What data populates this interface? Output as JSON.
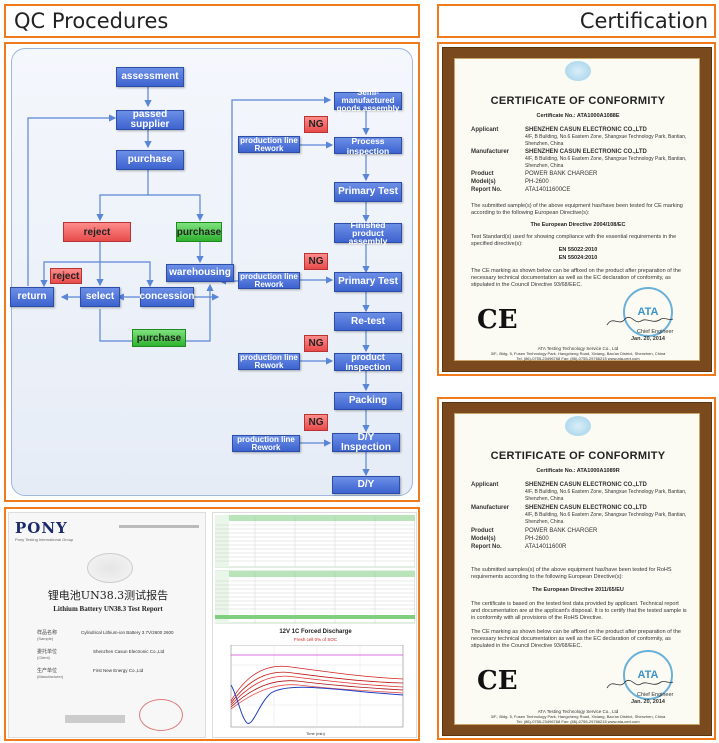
{
  "headers": {
    "qc": "QC Procedures",
    "cert": "Certification"
  },
  "flow": {
    "assessment": "assessment",
    "passed_supplier": "passed supplier",
    "purchase": "purchase",
    "reject": "reject",
    "purchase_green": "purchase",
    "reject_small": "reject",
    "return": "return",
    "select": "select",
    "concession": "concession",
    "warehousing": "warehousing",
    "purchase_bottom": "purchase",
    "semi": "Semi-manufactured goods assembly",
    "ng": "NG",
    "rework": "production line Rework",
    "process_inspection": "Process inspection",
    "primary_test": "Primary Test",
    "finished": "Finished product assembly",
    "primary_test2": "Primary Test",
    "retest": "Re-test",
    "product_inspection": "product inspection",
    "packing": "Packing",
    "dy_inspection": "D/Y Inspection",
    "dy": "D/Y"
  },
  "cert1": {
    "title": "CERTIFICATE OF CONFORMITY",
    "number": "Certificate No.: ATA1000A1088E",
    "applicant_label": "Applicant",
    "applicant": "SHENZHEN CASUN ELECTRONIC CO.,LTD",
    "applicant_addr": "4/F, B Building, No.6 Eastern Zone, Shangxue Technology Park, Bantian, Shenzhen, China",
    "manufacturer_label": "Manufacturer",
    "manufacturer": "SHENZHEN CASUN ELECTRONIC CO.,LTD",
    "manufacturer_addr": "4/F, B Building, No.6 Eastern Zone, Shangxue Technology Park, Bantian, Shenzhen, China",
    "product_label": "Product",
    "product": "POWER BANK CHARGER",
    "model_label": "Model(s)",
    "model": "PH-2600",
    "report_label": "Report No.",
    "report": "ATA14011600CE",
    "text1": "The submitted sample(s) of the above equipment has/have been tested for CE marking according to the following European Directive(s):",
    "directive": "The European Directive 2004/108/EC",
    "text2": "Test Standard(s) used for showing compliance with the essential requirements in the specified directive(s):",
    "std1": "EN 55022:2010",
    "std2": "EN 55024:2010",
    "text3": "The CE marking as shown below can be affixed on the product after preparation of the necessary technical documentation as well as the EC declaration of conformity, as stipulated in the Council Directive 93/68/EEC.",
    "ce": "CE",
    "seal": "ATA",
    "engineer": "Chief Engineer",
    "date": "Jan. 20, 2014",
    "footer1": "ATA Testing Technology Service Co., Ltd",
    "footer2": "3/F., Bldg. 5, Fusen Technology Park, Hangcheng Road, Xixiang, Bao'an District, Shenzhen, China",
    "footer3": "Tel: (86)-0755-23496768  Fax: (86)-0755-29766215  www.ata-cert.com"
  },
  "cert2": {
    "title": "CERTIFICATE OF CONFORMITY",
    "number": "Certificate No.: ATA1000A1089R",
    "applicant_label": "Applicant",
    "applicant": "SHENZHEN CASUN ELECTRONIC CO.,LTD",
    "applicant_addr": "4/F, B Building, No.6 Eastern Zone, Shangxue Technology Park, Bantian, Shenzhen, China",
    "manufacturer_label": "Manufacturer",
    "manufacturer": "SHENZHEN CASUN ELECTRONIC CO.,LTD",
    "manufacturer_addr": "4/F, B Building, No.6 Eastern Zone, Shangxue Technology Park, Bantian, Shenzhen, China",
    "product_label": "Product",
    "product": "POWER BANK CHARGER",
    "model_label": "Model(s)",
    "model": "PH-2600",
    "report_label": "Report No.",
    "report": "ATA14011600R",
    "text1": "The submitted samples(s) of the above equipment has/have been tested for RoHS requirements according to the following European Directive(s):",
    "directive": "The European Directive 2011/65/EU",
    "text2": "The certificate is based on the tested test data provided by applicant. Technical report and documentation are at the applicant's disposal. It is to certify that the tested sample is in conformity with all provisions of the RoHS Directive.",
    "text3": "The CE marking as shown below can be affixed on the product after preparation of the necessary technical documentation as well as the EC declaration of conformity, as stipulated in the Council Directive 93/68/EEC.",
    "ce": "CE",
    "seal": "ATA",
    "engineer": "Chief Engineer",
    "date": "Jan. 20, 2014",
    "footer1": "ATA Testing Technology Service Co., Ltd",
    "footer2": "3/F., Bldg. 5, Fusen Technology Park, Hangcheng Road, Xixiang, Bao'an District, Shenzhen, China",
    "footer3": "Tel: (86)-0755-23496768  Fax: (86)-0755-29766215  www.ata-cert.com"
  },
  "report": {
    "brand": "PONY",
    "brand_sub": "Pony Testing International Group",
    "title_cn": "锂电池UN38.3测试报告",
    "title_en": "Lithium Battery UN38.3 Test Report",
    "sample_label": "样品名称",
    "sample_label_en": "(Sample)",
    "sample": "Cylindrical Lithium-ion Battery 3.7V/2600 2600",
    "client_label": "委托单位",
    "client_label_en": "(Client)",
    "client": "Shenzhen Casun Electronic Co.,Ltd",
    "maker_label": "生产单位",
    "maker_label_en": "(Manufacturer)",
    "maker": "First New Energy Co.,Ltd"
  },
  "graph": {
    "title": "12V 1C Forced Discharge",
    "subtitle": "Fresh cell 0% of SOC",
    "xlabel": "Time (min)",
    "curve_colors": [
      "#d62020",
      "#c01818",
      "#e03030",
      "#b01010",
      "#e85050",
      "#2040c0"
    ]
  }
}
